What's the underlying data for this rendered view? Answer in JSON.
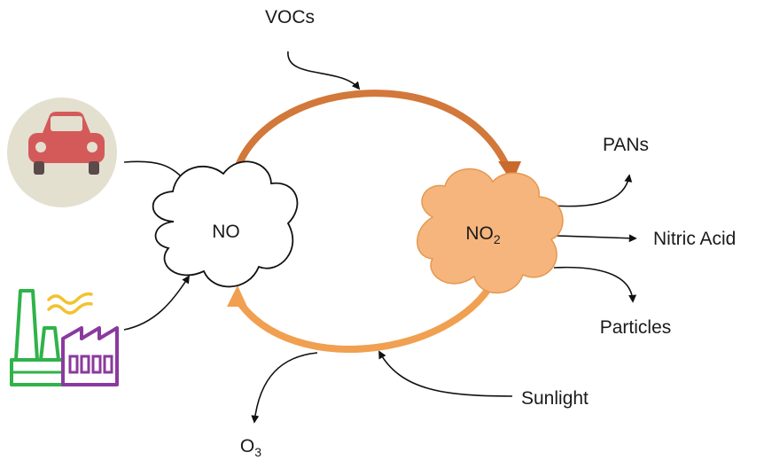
{
  "diagram": {
    "nodes": {
      "no": {
        "label": "NO"
      },
      "no2": {
        "label": "NO",
        "subscript": "2"
      }
    },
    "labels": {
      "vocs": "VOCs",
      "pans": "PANs",
      "nitric_acid": "Nitric Acid",
      "particles": "Particles",
      "sunlight": "Sunlight",
      "o3": "O",
      "o3_subscript": "3"
    },
    "icons": [
      "car-icon",
      "factory-icon",
      "smoke-icon"
    ],
    "colors": {
      "upper_arc": "#d2783a",
      "lower_arc": "#f0a050",
      "no2_cloud_fill": "#f6b57c",
      "no_cloud_fill": "#ffffff",
      "car_body": "#d45a5a",
      "car_badge": "#e4e0cf",
      "factory_green": "#2fb34a",
      "factory_purple": "#8a3a9e",
      "smoke_yellow": "#f2c230"
    }
  }
}
